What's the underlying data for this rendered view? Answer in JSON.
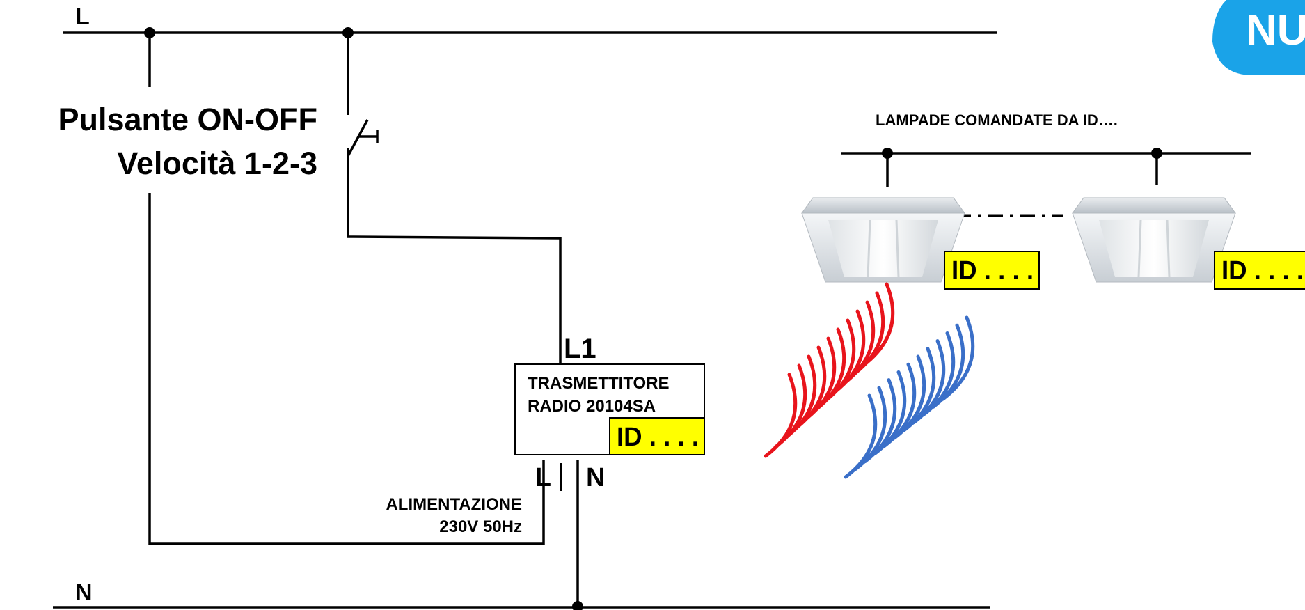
{
  "labels": {
    "line": "L",
    "neutral": "N",
    "button_line1": "Pulsante ON-OFF",
    "button_line2": "Velocità 1-2-3",
    "lamps_title": "LAMPADE COMANDATE DA ID….",
    "terminal_l1": "L1",
    "terminal_l": "L",
    "terminal_n": "N",
    "supply_line1": "ALIMENTAZIONE",
    "supply_line2": "230V 50Hz"
  },
  "transmitter": {
    "line1": "TRASMETTITORE",
    "line2": "RADIO 20104SA",
    "id_label": "ID . . . ."
  },
  "lamps": [
    {
      "id_label": "ID . . . ."
    },
    {
      "id_label": "ID . . . ."
    }
  ],
  "logo": {
    "text": "NU"
  },
  "colors": {
    "wire": "#000000",
    "id_box": "#ffff00",
    "wave_red": "#e8141c",
    "wave_blue": "#3a6fc8",
    "logo": "#1aa3e8"
  }
}
